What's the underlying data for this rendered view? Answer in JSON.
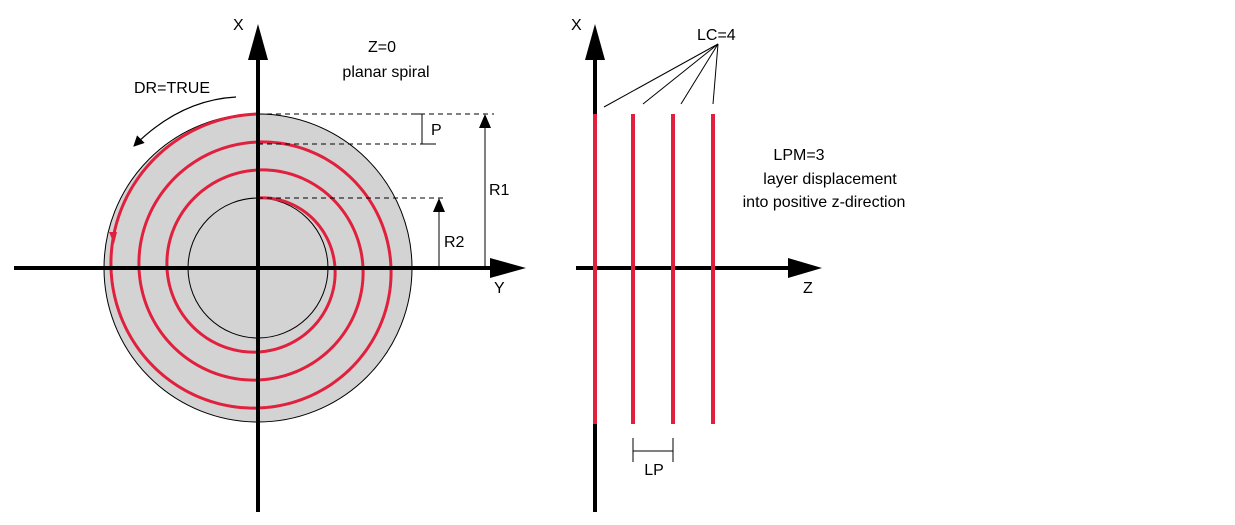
{
  "colors": {
    "spiral": "#e0203c",
    "disc": "#d3d3d3",
    "axis": "#000000"
  },
  "left_view": {
    "x_axis_label": "X",
    "y_axis_label": "Y",
    "title_line1": "Z=0",
    "title_line2": "planar spiral",
    "direction_label": "DR=TRUE",
    "pitch_label": "P",
    "outer_radius_label": "R1",
    "inner_radius_label": "R2"
  },
  "right_view": {
    "x_axis_label": "X",
    "z_axis_label": "Z",
    "layer_count_label": "LC=4",
    "mode_line1": "LPM=3",
    "mode_line2": "layer displacement",
    "mode_line3": "into positive z-direction",
    "layer_pitch_label": "LP"
  }
}
